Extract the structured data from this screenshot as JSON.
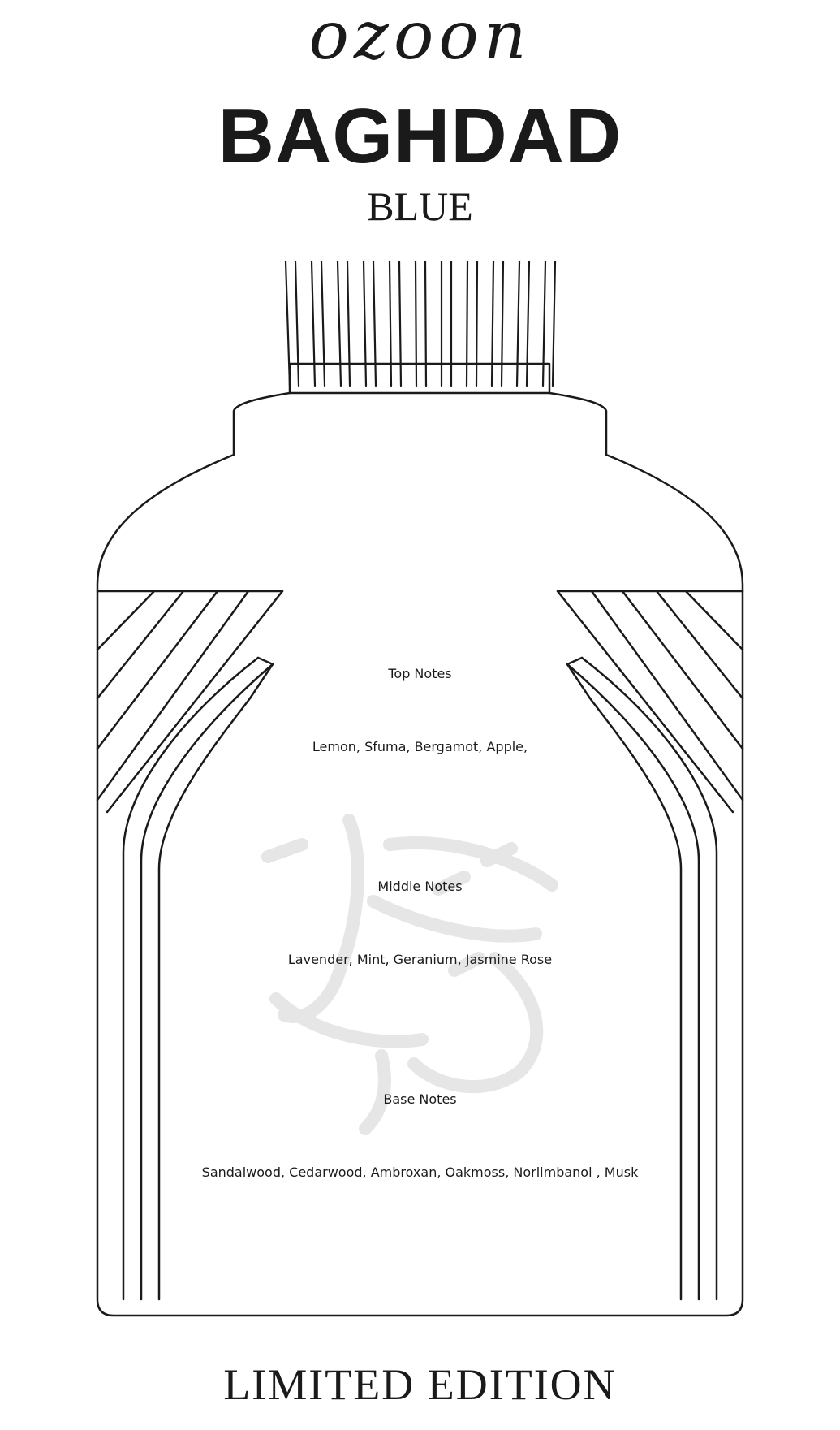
{
  "label": {
    "brand": "ozoon",
    "product": "BAGHDAD",
    "variant": "BLUE",
    "edition": "LIMITED EDITION"
  },
  "notes": {
    "top": {
      "heading": "Top Notes",
      "items": "Lemon, Sfuma,\nBergamot, Apple,"
    },
    "middle": {
      "heading": "Middle Notes",
      "items": "Lavender, Mint,\nGeranium, Jasmine Rose"
    },
    "base": {
      "heading": "Base Notes",
      "items": "Sandalwood, Cedarwood,\nAmbroxan, Oakmoss,\nNorlimbanol , Musk"
    }
  },
  "colors": {
    "ink": "#1a1a1a",
    "watermark": "#e6e6e6"
  },
  "icons": {
    "bottle": "perfume-bottle-outline-icon",
    "watermark": "arabic-calligraphy-watermark-icon"
  }
}
